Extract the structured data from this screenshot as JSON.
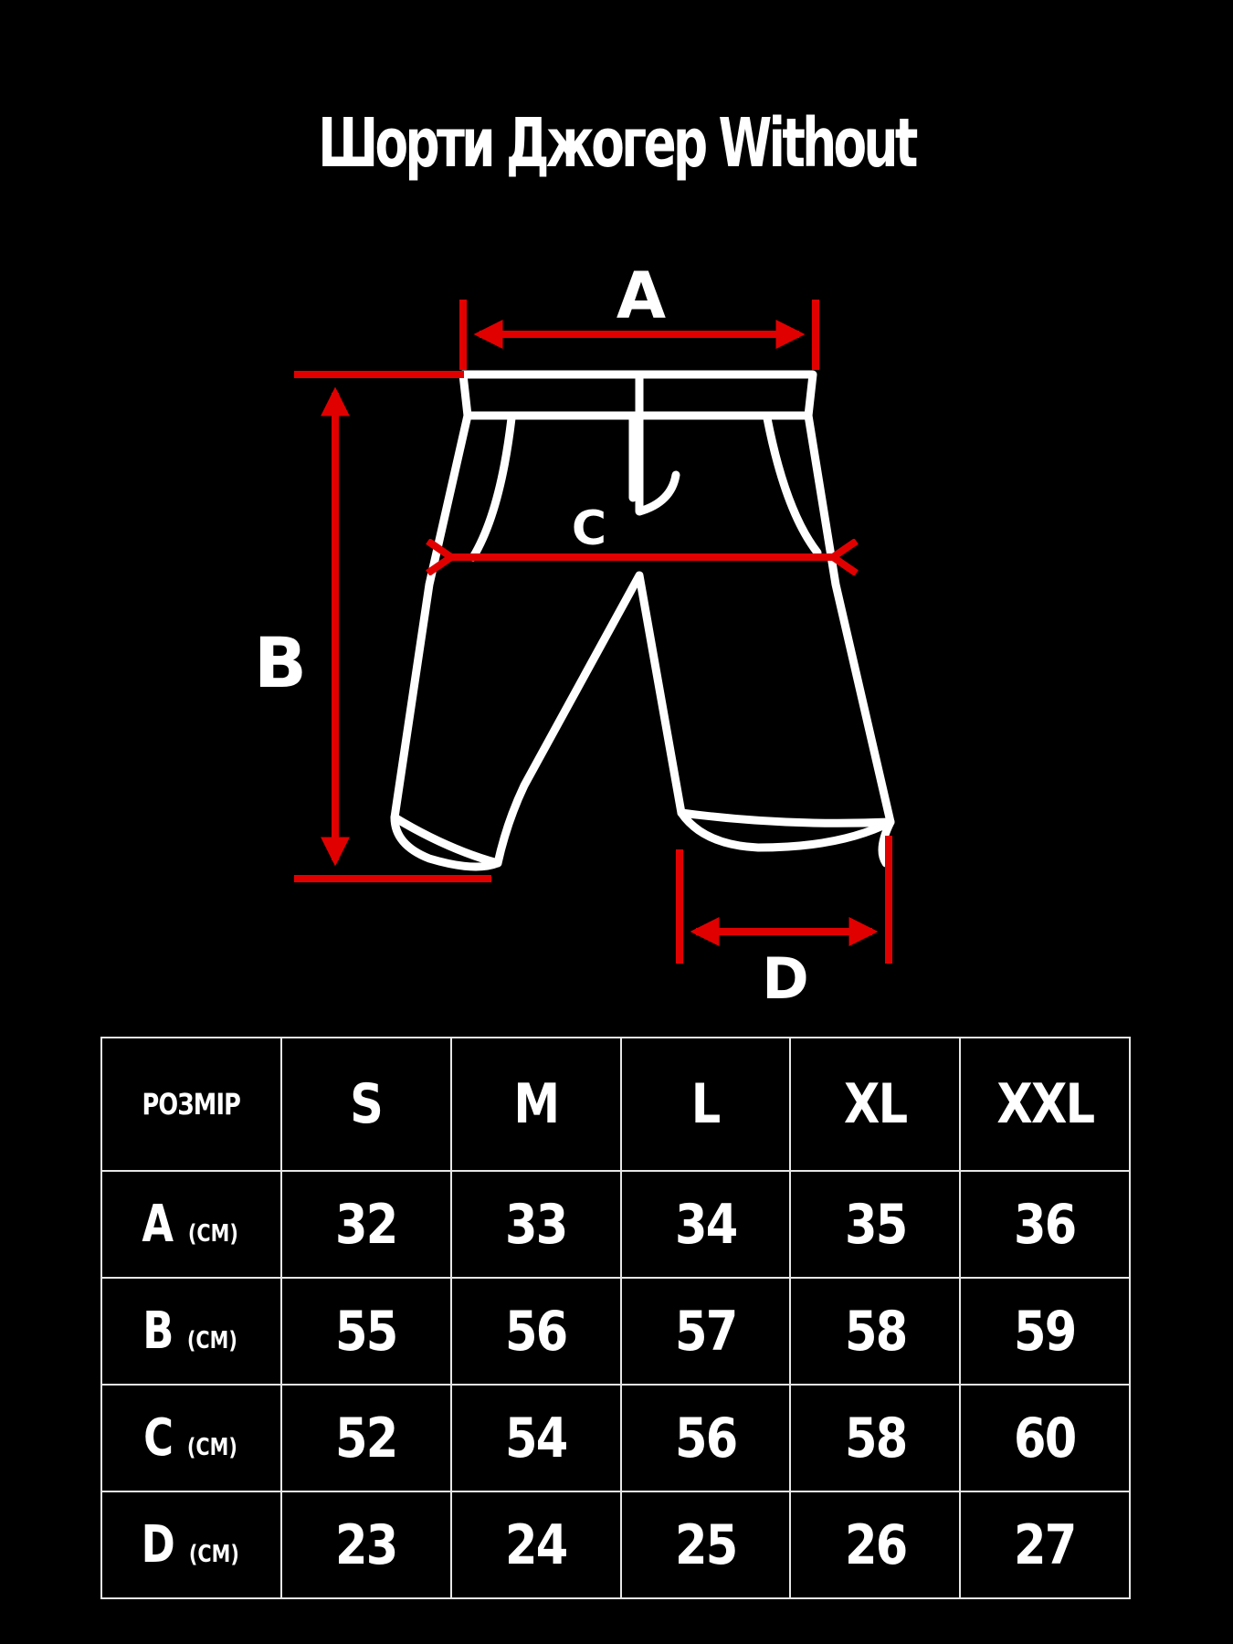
{
  "title": "Шорти Джогер Without",
  "diagram": {
    "labels": {
      "a": "A",
      "b": "B",
      "c": "C",
      "d": "D"
    },
    "colors": {
      "arrow": "#e10000",
      "outline": "#ffffff",
      "background": "#000000"
    }
  },
  "table": {
    "corner_label": "РОЗМІР",
    "sizes": [
      "S",
      "M",
      "L",
      "XL",
      "XXL"
    ],
    "rows": [
      {
        "letter": "A",
        "unit": "(CM)",
        "values": [
          "32",
          "33",
          "34",
          "35",
          "36"
        ]
      },
      {
        "letter": "B",
        "unit": "(CM)",
        "values": [
          "55",
          "56",
          "57",
          "58",
          "59"
        ]
      },
      {
        "letter": "C",
        "unit": "(CM)",
        "values": [
          "52",
          "54",
          "56",
          "58",
          "60"
        ]
      },
      {
        "letter": "D",
        "unit": "(CM)",
        "values": [
          "23",
          "24",
          "25",
          "26",
          "27"
        ]
      }
    ]
  }
}
